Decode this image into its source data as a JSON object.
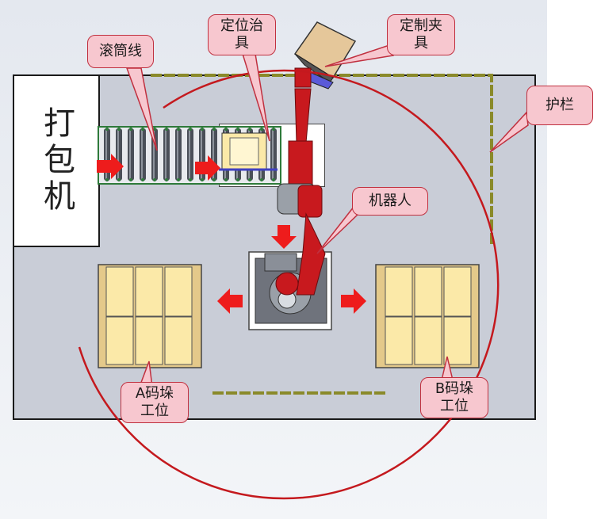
{
  "labels": {
    "packer": "打包机",
    "conveyor": "滚筒线",
    "positioning_fixture": "定位治具",
    "custom_gripper": "定制夹具",
    "fence": "护栏",
    "robot": "机器人",
    "station_a": "A码垛工位",
    "station_b": "B码垛工位"
  },
  "colors": {
    "fence": "#8a8a2a",
    "arrow": "#ee1c1c",
    "robot": "#c8191e",
    "callout_fill": "#f7c7cf",
    "callout_border": "#c0303f",
    "pallet_box": "#fbe9a8",
    "pallet_wood": "#e4c98a",
    "work_circle": "#c4191e"
  }
}
